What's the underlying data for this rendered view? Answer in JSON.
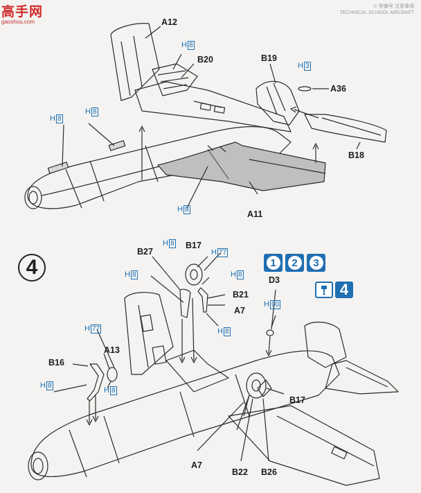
{
  "watermark": {
    "name": "高手网",
    "url": "gaoshou.com"
  },
  "header_note": [
    "※ 型番号 注意事項",
    "TECHNICAL SCHOOL AIRCRAFT"
  ],
  "step": {
    "number": "4",
    "subassembly_refs": [
      "1",
      "2",
      "3"
    ],
    "next_step": "4"
  },
  "top_labels": {
    "a12": "A12",
    "b20": "B20",
    "b19": "B19",
    "a36": "A36",
    "b18": "B18",
    "a11": "A11"
  },
  "bottom_labels": {
    "b17_top": "B17",
    "b27": "B27",
    "b21": "B21",
    "a7_top": "A7",
    "d3": "D3",
    "a13": "A13",
    "b16": "B16",
    "b17_bottom": "B17",
    "a7_bottom": "A7",
    "b22": "B22",
    "b26": "B26"
  },
  "paint": {
    "prefix": "H",
    "h8": "8",
    "h3": "3",
    "h77": "77",
    "h90": "90"
  },
  "colors": {
    "paint_blue": "#1a6fb4",
    "step_blue": "#1f6fb2"
  }
}
